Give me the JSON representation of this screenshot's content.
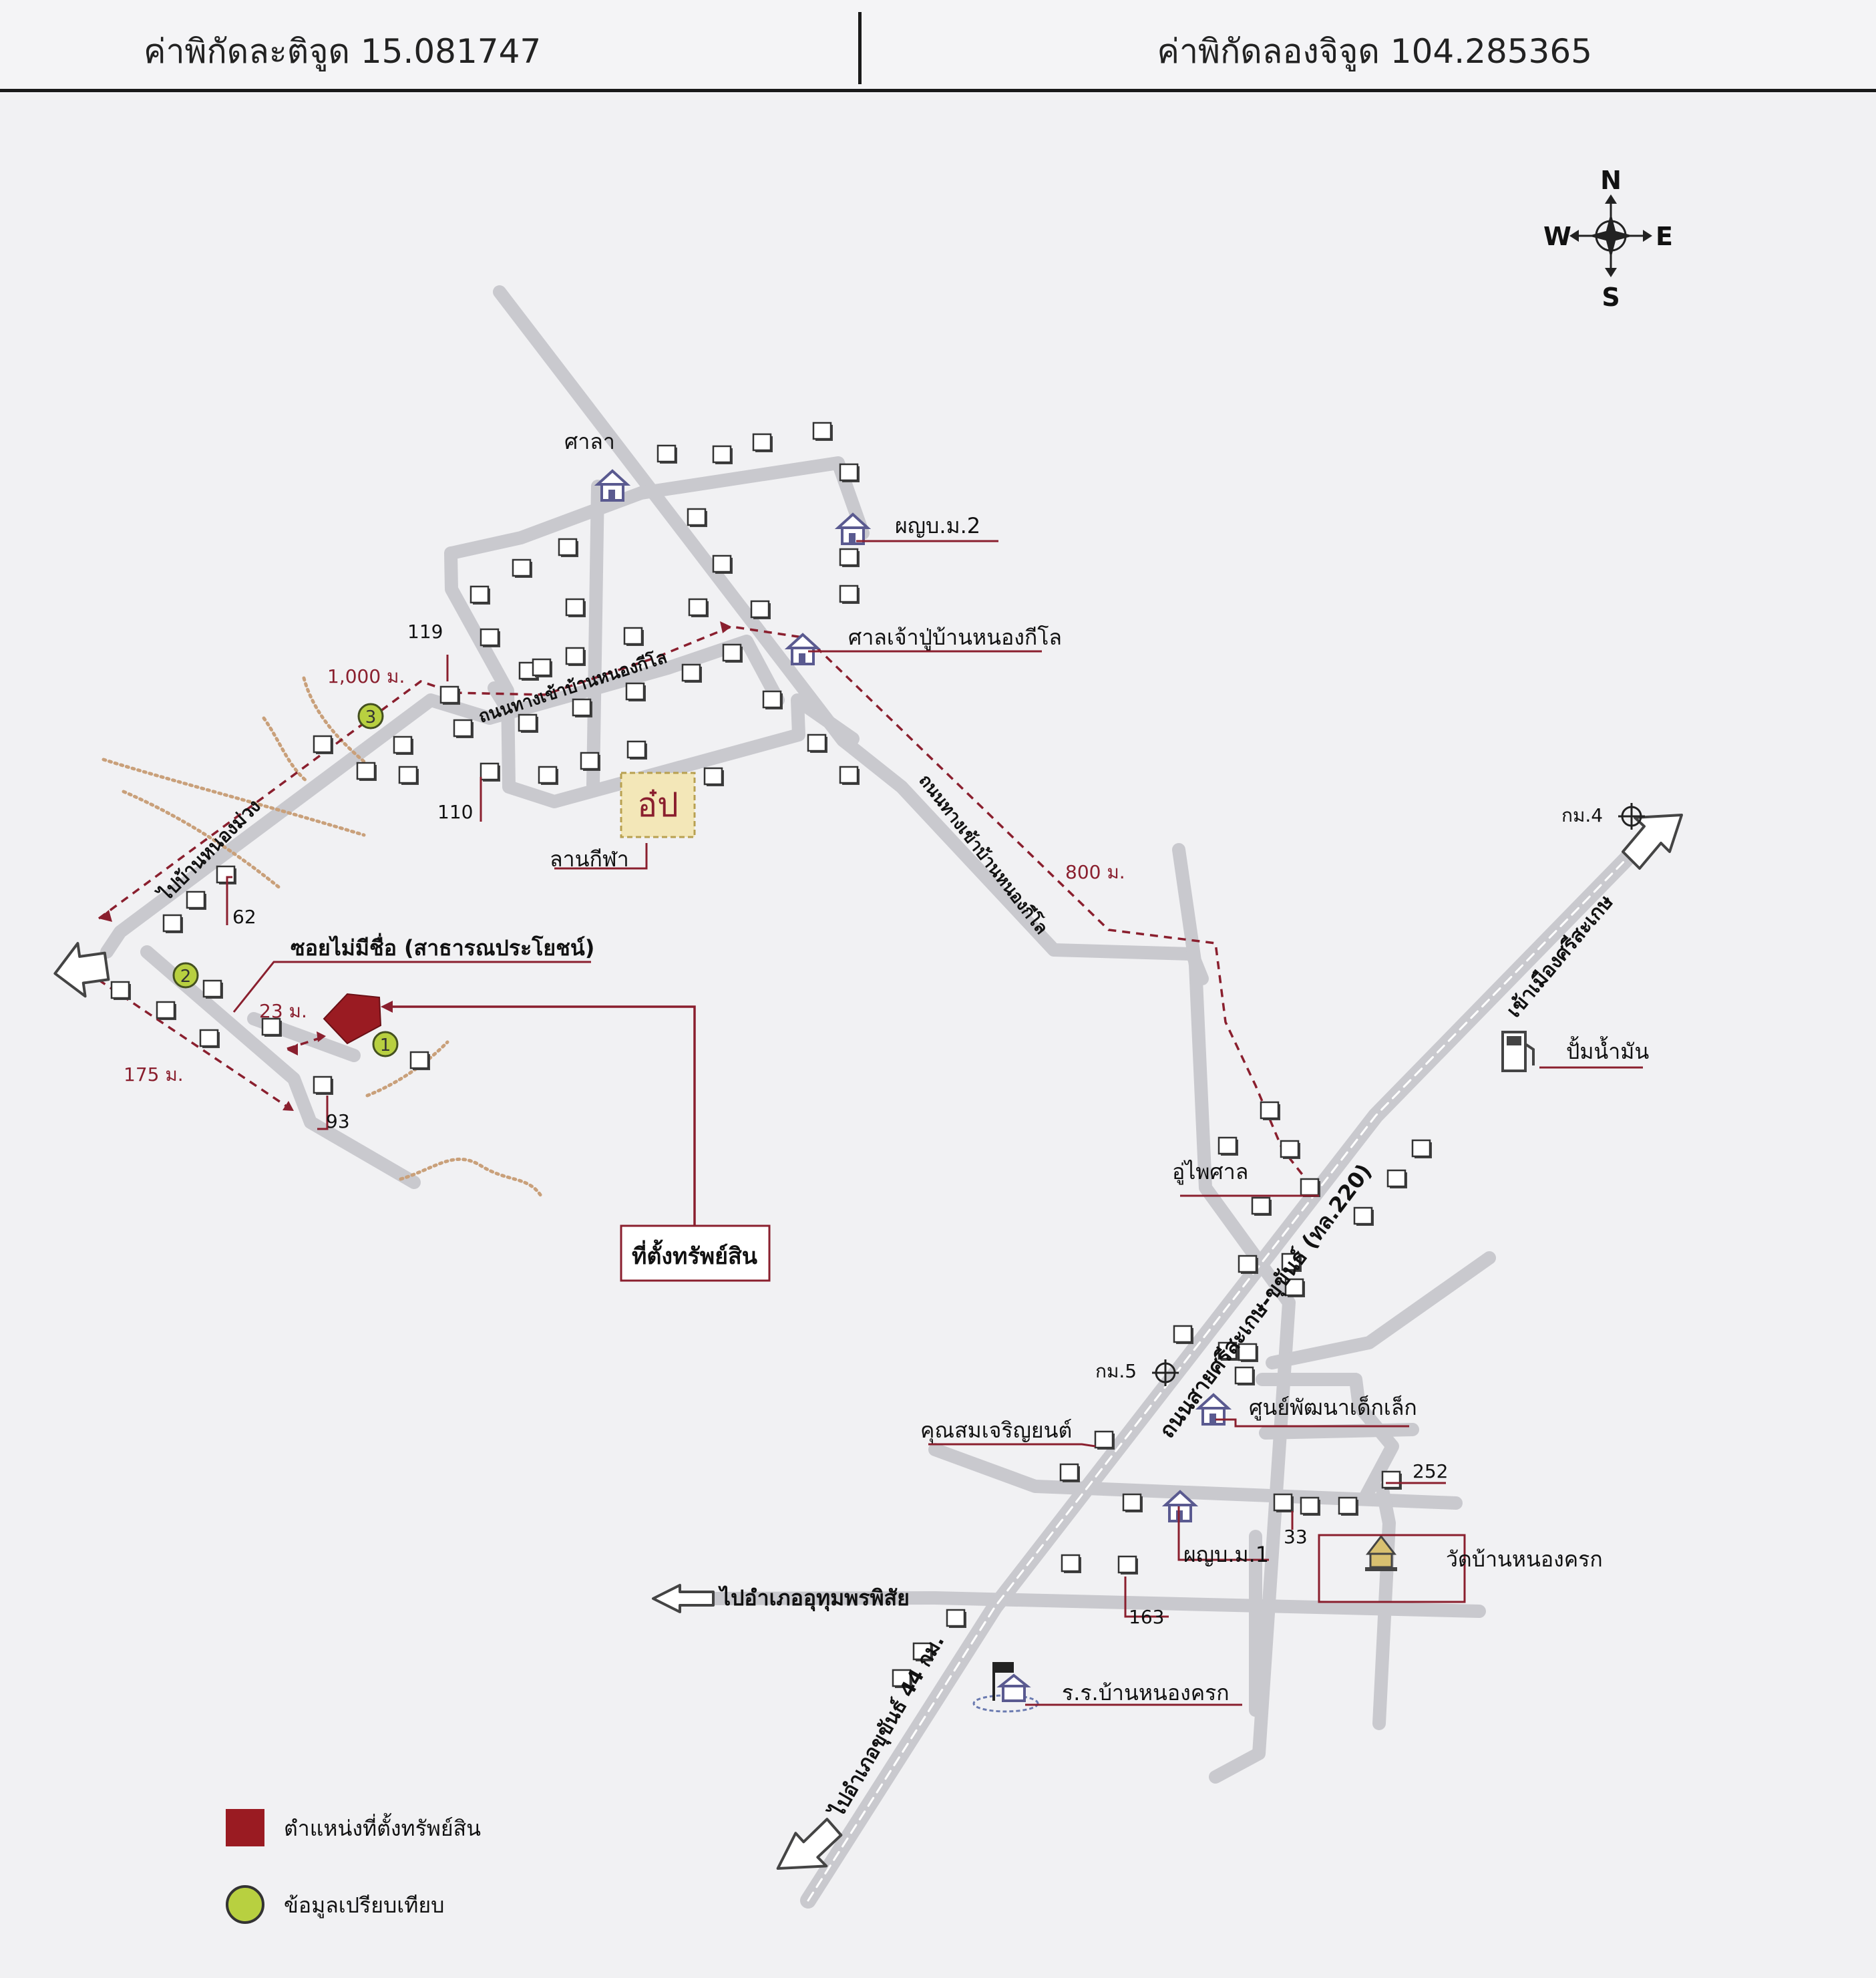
{
  "header": {
    "latitude": "ค่าพิกัดละติจูด 15.081747",
    "longitude": "ค่าพิกัดลองจิจูด 104.285365"
  },
  "compass": {
    "n": "N",
    "s": "S",
    "e": "E",
    "w": "W"
  },
  "labels": {
    "sala": "ศาลา",
    "health_m2": "ผญบ.ม.2",
    "shrine": "ศาลเจ้าปู่บ้านหนองกีโล",
    "road_village_1": "ถนนทางเข้าบ้านหนองกีโล",
    "road_village_2": "ถนนทางเข้าบ้านหนองกีโล",
    "house_119": "119",
    "house_110": "110",
    "house_62": "62",
    "house_93": "93",
    "dist_1000": "1,000 ม.",
    "dist_800": "800 ม.",
    "dist_175": "175 ม.",
    "dist_23": "23 ม.",
    "to_nong_muang": "ไปบ้านหนองม่วง",
    "sports_field": "ลานกีฬา",
    "sports_field_sign": "อ๋ป",
    "unnamed_soi": "ซอยไม่มีชื่อ (สาธารณประโยชน์)",
    "property_location": "ที่ตั้งทรัพย์สิน",
    "km4": "กม.4",
    "km5": "กม.5",
    "to_sisaket": "เข้าเมืองศรีสะเกษ",
    "gas_station": "ปั้มน้ำมัน",
    "u_phaisan": "อู่ไพศาล",
    "highway": "ถนนสายศรีสะเกษ-ขุขันธ์ (ทล.220)",
    "childcare": "ศูนย์พัฒนาเด็กเล็ก",
    "khun_som": "คุณสมเจริญยนต์",
    "house_252": "252",
    "house_33": "33",
    "health_m1": "ผญบ.ม.1",
    "wat": "วัดบ้านหนองครก",
    "to_uthumphon": "ไปอำเภออุทุมพรพิสัย",
    "house_163": "163",
    "to_khukhan": "ไปอำเภอขุขันธ์ 44 กม.",
    "school": "ร.ร.บ้านหนองครก",
    "marker_1": "1",
    "marker_2": "2",
    "marker_3": "3"
  },
  "legend": {
    "property_position": "ตำแหน่งที่ตั้งทรัพย์สิน",
    "comparison_data": "ข้อมูลเปรียบเทียบ"
  },
  "colors": {
    "road": "#c9c9ce",
    "dashed_route": "#8a1f2e",
    "property": "#9a1b22",
    "marker": "#b8d040",
    "label_line": "#8a1f2e"
  }
}
